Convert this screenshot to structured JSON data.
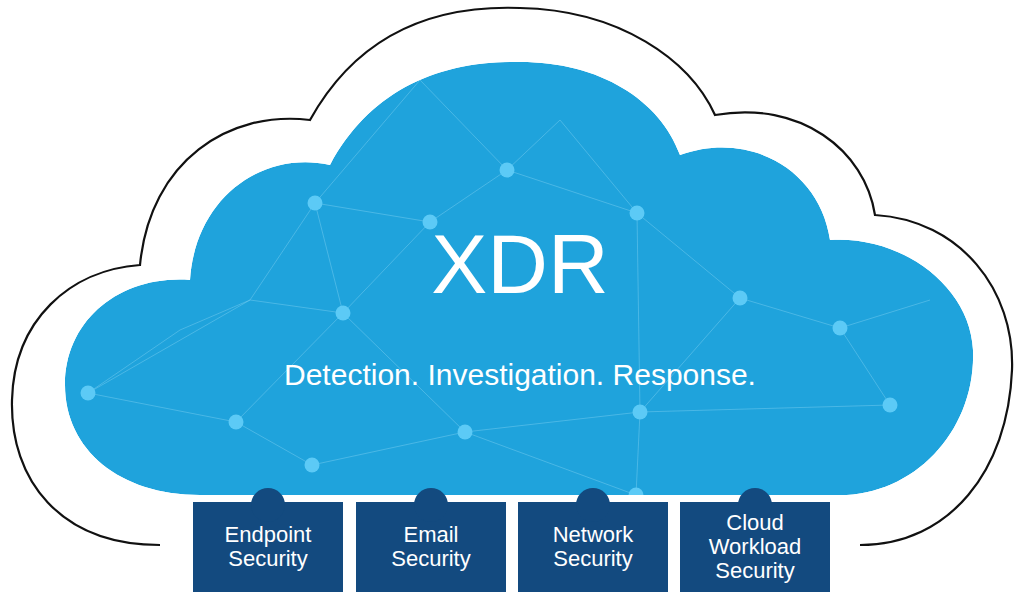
{
  "diagram": {
    "nodes": [
      {
        "text": [
          "XDR",
          "Detection. Investigation. Response."
        ]
      },
      {
        "text": [
          "Endpoint Security"
        ]
      },
      {
        "text": [
          "Email Security"
        ]
      },
      {
        "text": [
          "Network Security"
        ]
      },
      {
        "text": [
          "Cloud Workload Security"
        ]
      }
    ]
  }
}
